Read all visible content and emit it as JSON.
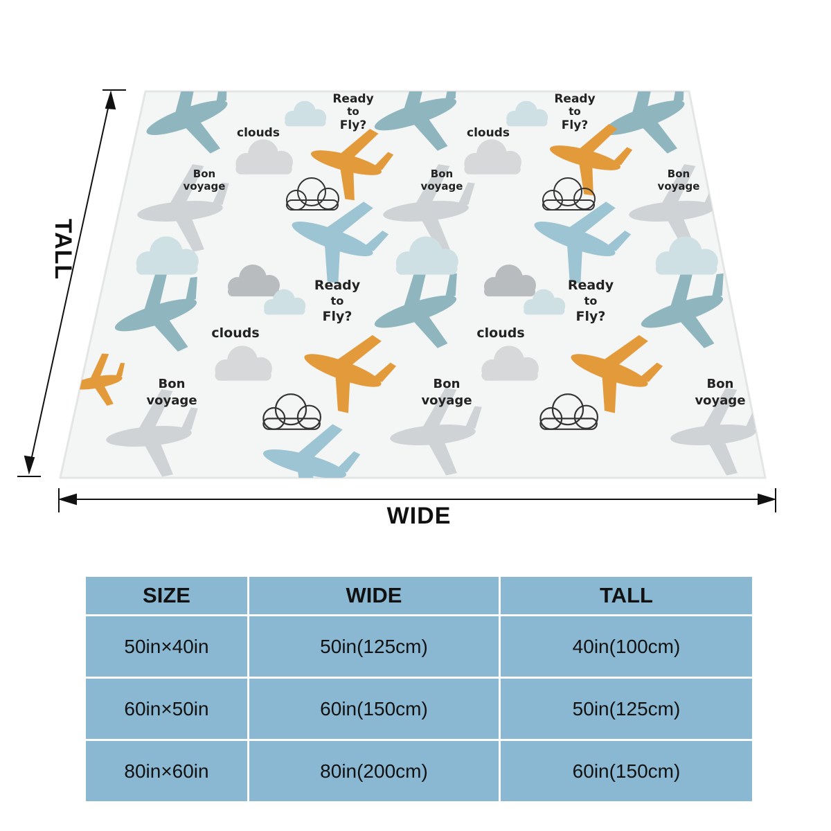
{
  "dimensions": {
    "wide_label": "WIDE",
    "tall_label": "TALL"
  },
  "pattern": {
    "texts": {
      "ready_line1": "Ready",
      "ready_line2": "to",
      "ready_line3": "Fly?",
      "clouds": "clouds",
      "bon_line1": "Bon",
      "bon_line2": "voyage"
    },
    "colors": {
      "background": "#f4f5f5",
      "plane_teal": "#8fb6be",
      "plane_blue": "#9cc4d2",
      "plane_orange": "#e39a3a",
      "plane_grey": "#cfd3d6",
      "cloud_blue": "#cfe0e4",
      "cloud_grey": "#d6d8da"
    },
    "icons": [
      "airplane-icon",
      "cloud-icon",
      "dotted-cloud-icon"
    ]
  },
  "size_table": {
    "headers": [
      "SIZE",
      "WIDE",
      "TALL"
    ],
    "rows": [
      [
        "50in×40in",
        "50in(125cm)",
        "40in(100cm)"
      ],
      [
        "60in×50in",
        "60in(150cm)",
        "50in(125cm)"
      ],
      [
        "80in×60in",
        "80in(200cm)",
        "60in(150cm)"
      ]
    ],
    "header_color": "#8ab8d2"
  }
}
